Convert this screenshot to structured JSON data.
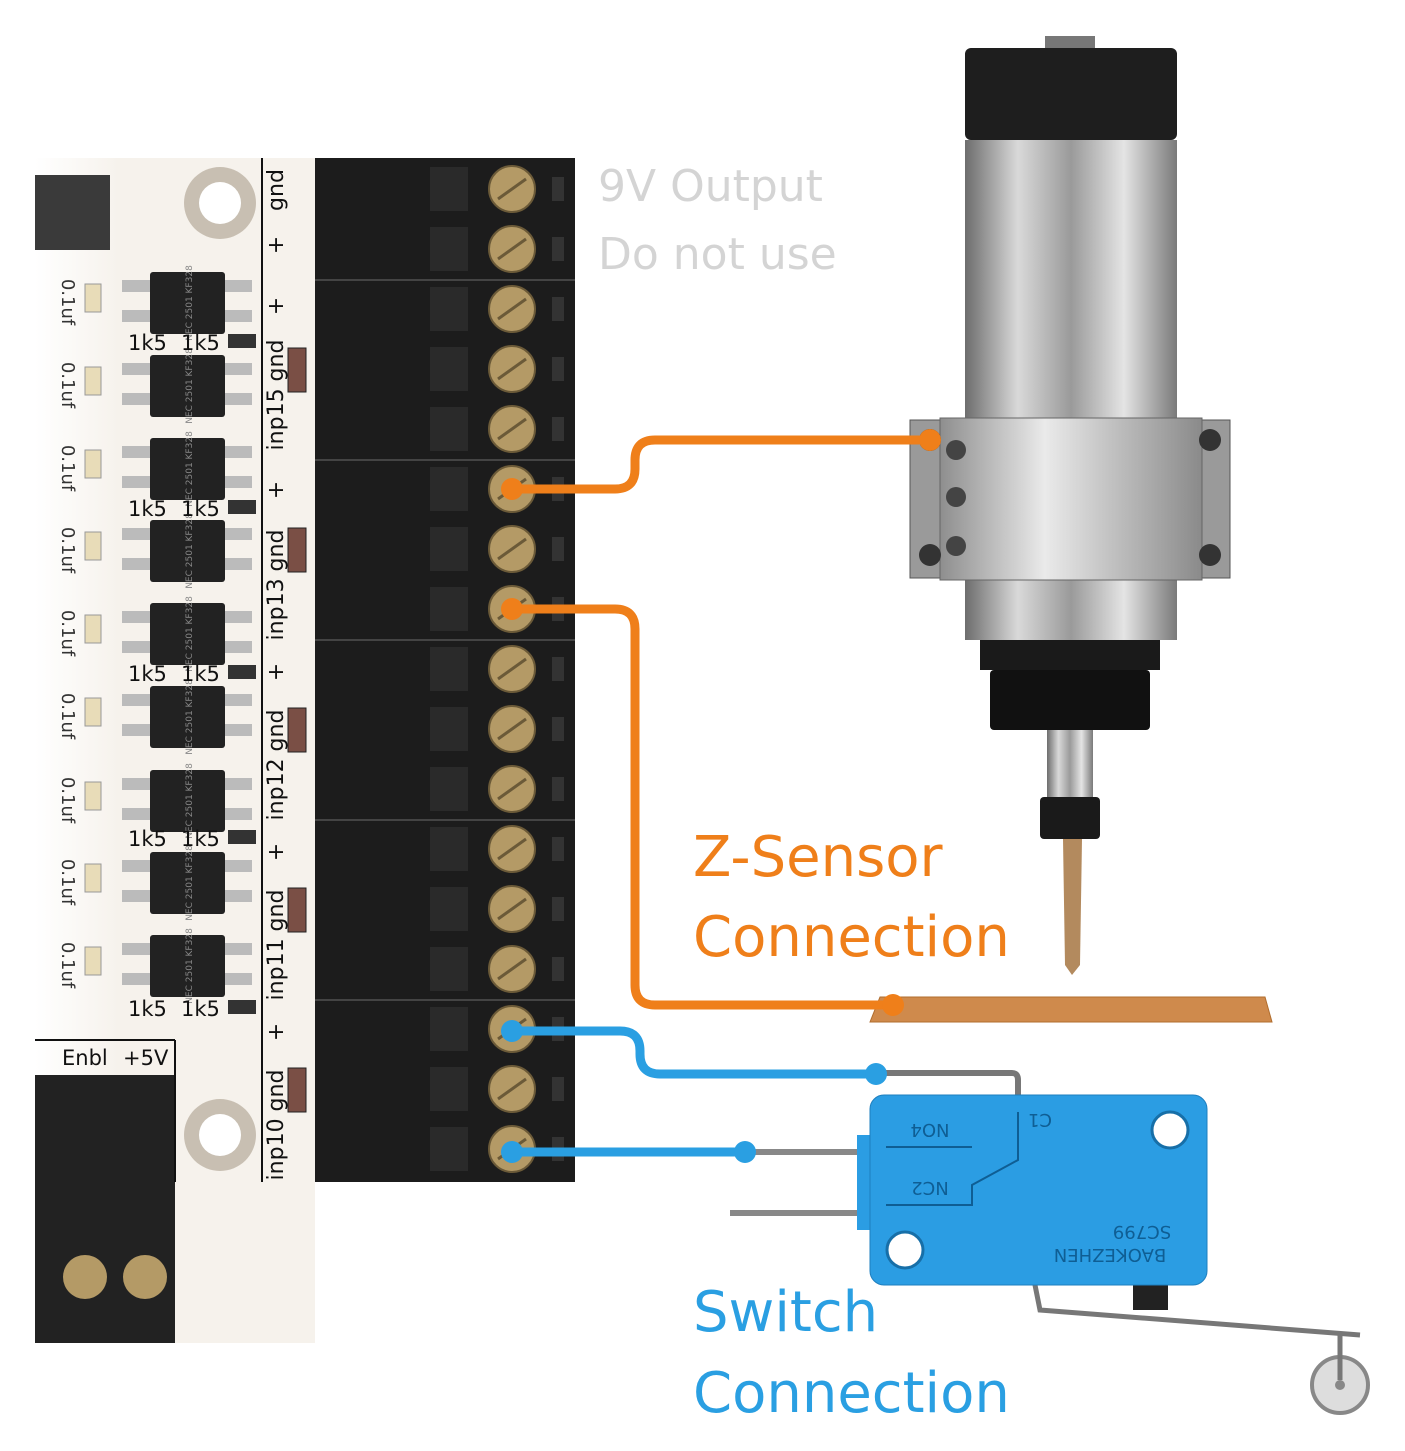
{
  "labels": {
    "output_warning": [
      "9V Output",
      "Do not use"
    ],
    "z_sensor": [
      "Z-Sensor",
      "Connection"
    ],
    "switch": [
      "Switch",
      "Connection"
    ]
  },
  "board": {
    "terminal_labels": [
      {
        "text": "gnd"
      },
      {
        "text": "+"
      },
      {
        "text": "+"
      },
      {
        "text": "inp15 gnd"
      },
      {
        "text": "+"
      },
      {
        "text": "inp13 gnd"
      },
      {
        "text": "+"
      },
      {
        "text": "inp12 gnd"
      },
      {
        "text": "+"
      },
      {
        "text": "inp11 gnd"
      },
      {
        "text": "+"
      },
      {
        "text": "inp10 gnd"
      }
    ],
    "chip_marking": "NEC 2501 KF328",
    "resistor_label": "1k5",
    "capacitor_label": "0.1uf",
    "bottom_labels": [
      "Enbl",
      "+5V"
    ]
  },
  "switch_markings": {
    "terminals": [
      "NO4",
      "NC2",
      "C1"
    ],
    "model": "SC799",
    "brand": "BAOKEZHEN"
  },
  "colors": {
    "z_sensor_wire": "#ef7f1a",
    "switch_wire": "#2a9fe2",
    "switch_body": "#2b9de3",
    "workpiece": "#cf8a4c"
  }
}
